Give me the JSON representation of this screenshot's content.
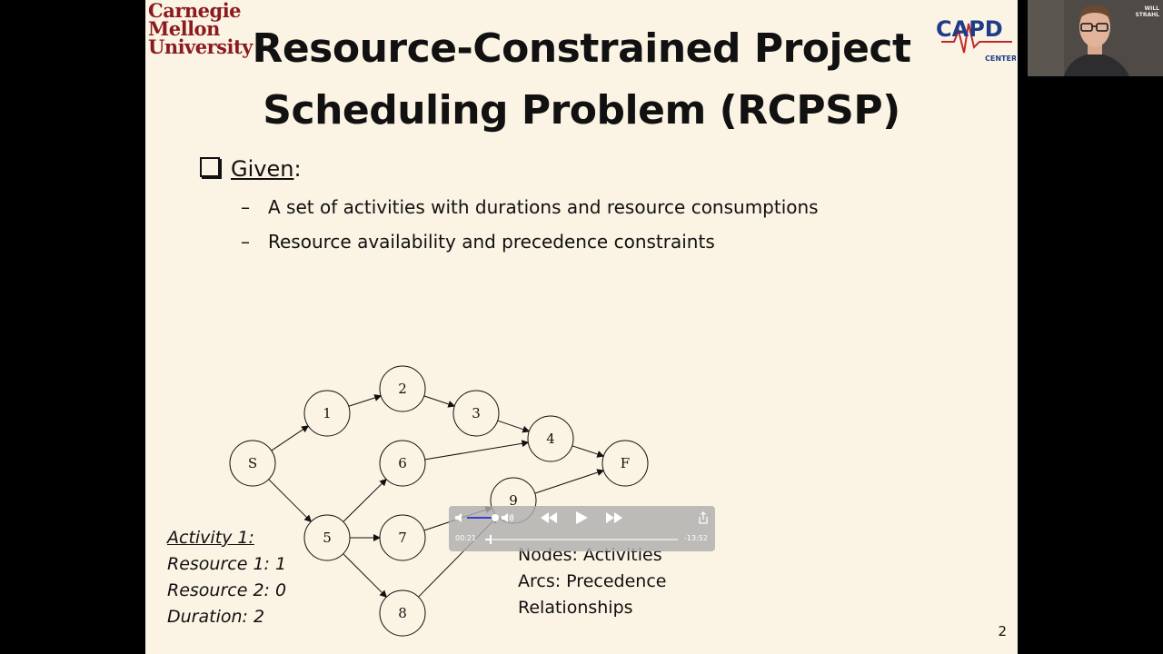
{
  "slide": {
    "logo": {
      "lines": [
        "Carnegie",
        "Mellon",
        "University"
      ]
    },
    "capd_logo": {
      "text": "CAPD",
      "subtext": "CENTER"
    },
    "title_lines": [
      "Resource-Constrained Project",
      "Scheduling Problem (RCPSP)"
    ],
    "given_label": "Given",
    "given_colon": ":",
    "bullets": [
      "A set of activities with durations and resource consumptions",
      "Resource availability and precedence constraints"
    ],
    "bullet_dash": "–",
    "graph": {
      "nodes": [
        "S",
        "1",
        "2",
        "3",
        "4",
        "F",
        "5",
        "6",
        "7",
        "8",
        "9"
      ]
    },
    "activity": {
      "title": "Activity 1:",
      "lines": [
        "Resource 1: 1",
        "Resource 2: 0",
        "Duration: 2"
      ]
    },
    "legend": {
      "lines": [
        "Nodes: Activities",
        "Arcs: Precedence",
        "Relationships"
      ]
    },
    "page_number": "2"
  },
  "player": {
    "elapsed": "00:21",
    "remaining": "-13:52",
    "volume_fraction": 0.85,
    "progress_fraction": 0.025,
    "icons": [
      "volume-low-icon",
      "volume-high-icon",
      "rewind-icon",
      "play-icon",
      "fast-forward-icon",
      "share-icon"
    ]
  },
  "webcam": {
    "name_lines": [
      "WILL",
      "STRAHL"
    ]
  },
  "colors": {
    "slide_bg": "#fbf3e3",
    "cmu_red": "#8a1a1e",
    "volume_accent": "#3b3bd6"
  }
}
